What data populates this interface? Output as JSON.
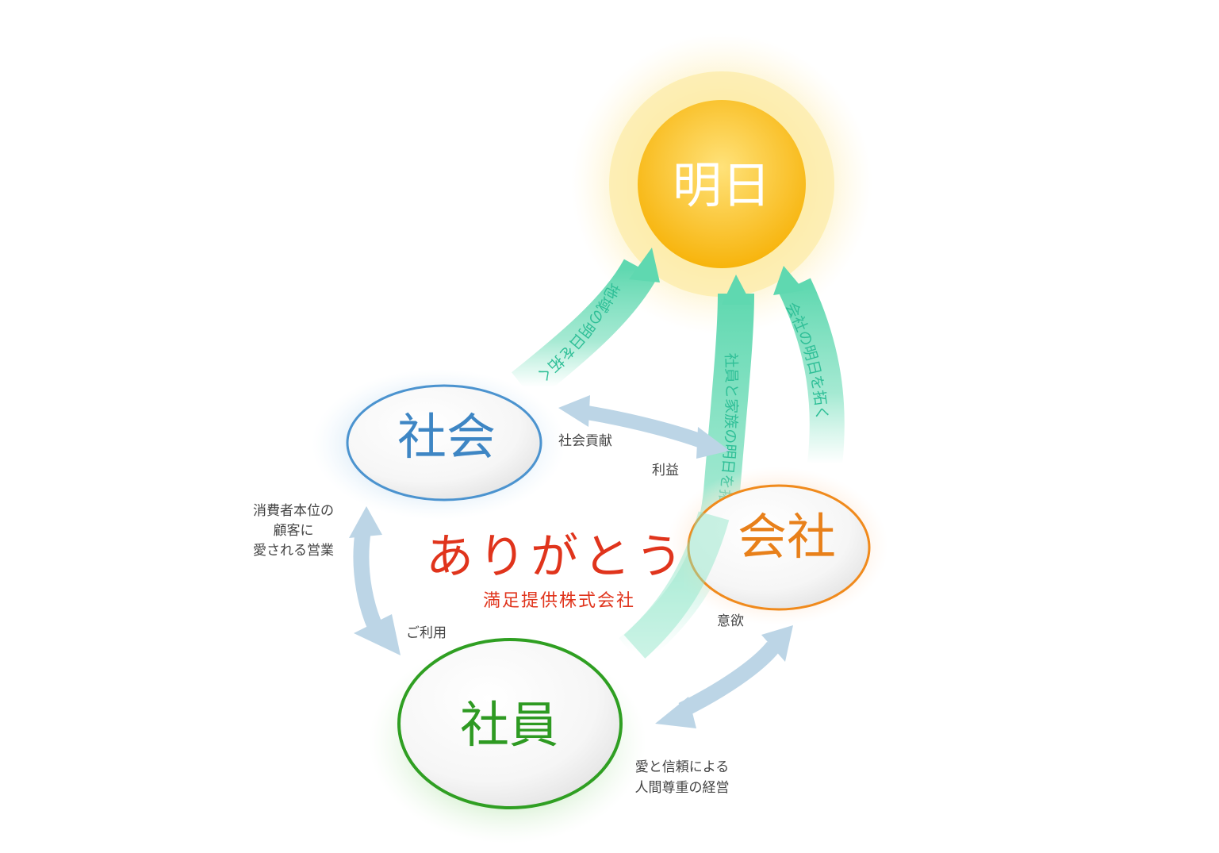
{
  "colors": {
    "sun_core": "#fbc313",
    "shakai": "#4b93cf",
    "kaisha": "#f08a1c",
    "shain": "#3aa82a",
    "mint": "#5fd8b0",
    "relation": "#bcd5e6",
    "title_red": "#e0341c"
  },
  "nodes": {
    "ashita": "明日",
    "shakai": "社会",
    "kaisha": "会社",
    "shain": "社員"
  },
  "paths": {
    "shakai_to_ashita": "地域の明日を拓く",
    "shain_to_ashita": "社員と家族の明日を拓く",
    "kaisha_to_ashita": "会社の明日を拓く"
  },
  "relations": {
    "shakai_kaisha_top": "社会貢献",
    "shakai_kaisha_bottom": "利益",
    "shakai_shain_line1": "消費者本位の",
    "shakai_shain_line2": "顧客に",
    "shakai_shain_line3": "愛される営業",
    "shakai_shain_bottom": "ご利用",
    "kaisha_shain_top": "意欲",
    "kaisha_shain_line1": "愛と信頼による",
    "kaisha_shain_line2": "人間尊重の経営"
  },
  "center": {
    "title": "ありがとう",
    "subtitle": "満足提供株式会社"
  }
}
